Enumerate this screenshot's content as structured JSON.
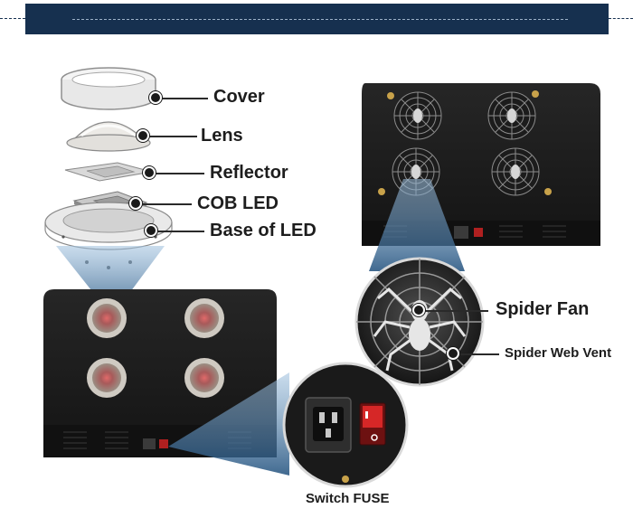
{
  "labels": {
    "cover": "Cover",
    "lens": "Lens",
    "reflector": "Reflector",
    "cob_led": "COB LED",
    "base_of_led": "Base of LED",
    "spider_fan": "Spider Fan",
    "spider_web_vent": "Spider Web Vent",
    "switch_fuse": "Switch FUSE"
  },
  "colors": {
    "banner": "#16304f",
    "housing": "#1b1b1b",
    "callout_beam": "#2c5a86",
    "label_text": "#1d1d1d"
  },
  "icons": [
    "cover-ring-icon",
    "lens-dome-icon",
    "reflector-icon",
    "cob-led-chip-icon",
    "led-base-icon",
    "spider-fan-icon",
    "power-socket-icon",
    "rocker-switch-icon"
  ]
}
